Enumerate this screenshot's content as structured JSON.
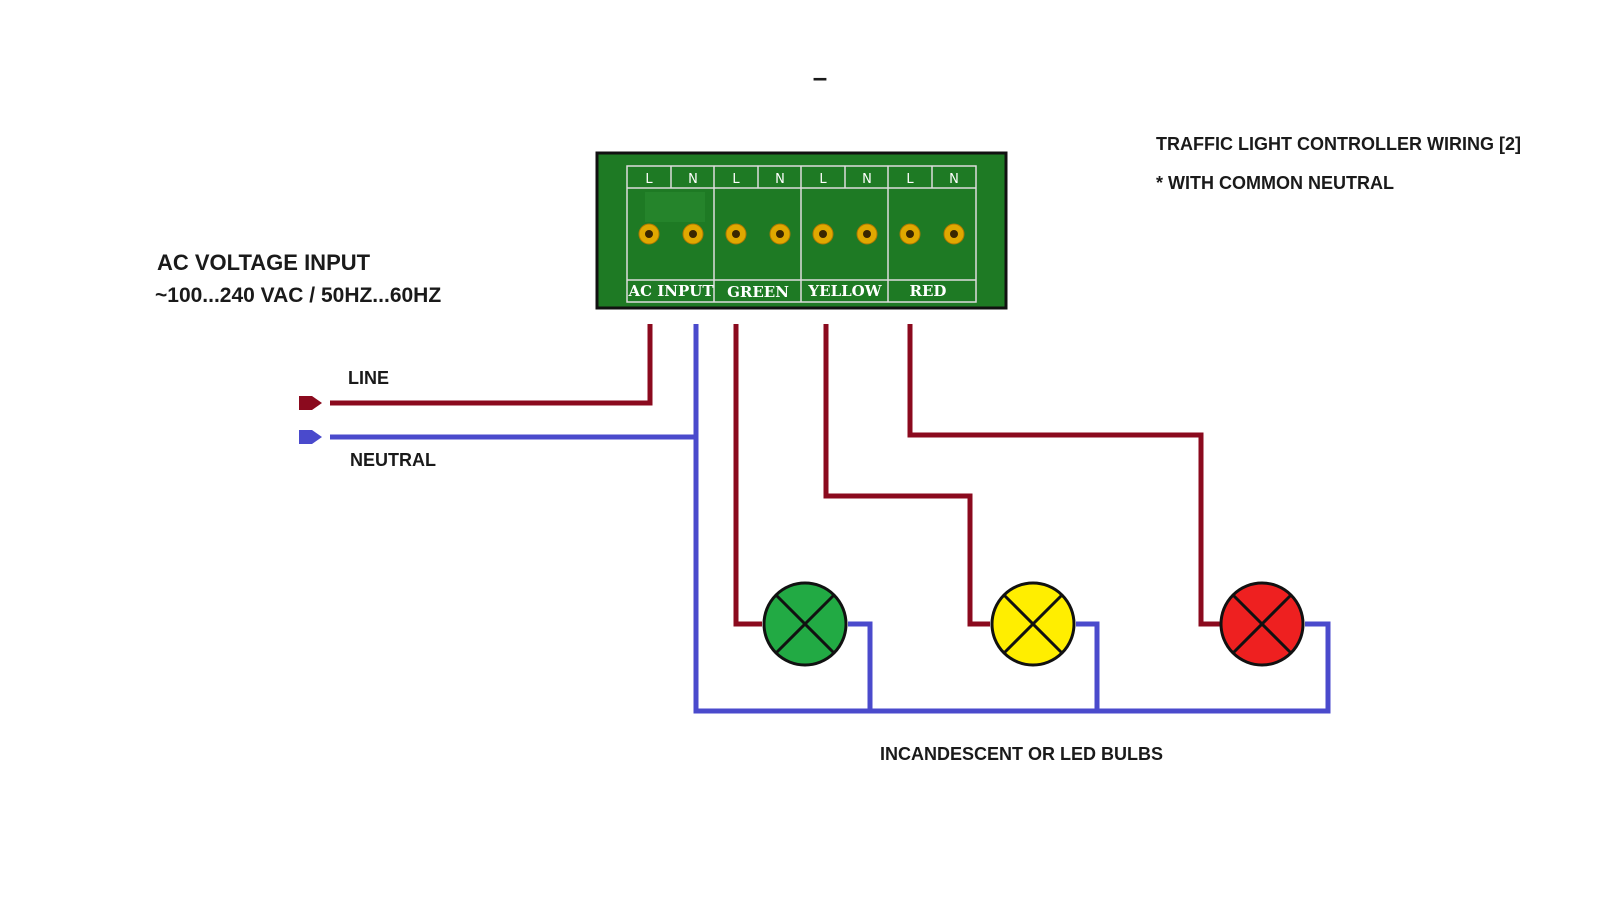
{
  "page": {
    "dash": "–"
  },
  "title": {
    "line1": "TRAFFIC LIGHT CONTROLLER WIRING [2]",
    "line2": "* WITH COMMON NEUTRAL"
  },
  "input": {
    "heading": "AC VOLTAGE INPUT",
    "spec": "~100...240 VAC / 50HZ...60HZ",
    "line_label": "LINE",
    "neutral_label": "NEUTRAL"
  },
  "terminal_block": {
    "pins": [
      "L",
      "N",
      "L",
      "N",
      "L",
      "N",
      "L",
      "N"
    ],
    "channels": [
      "AC INPUT",
      "GREEN",
      "YELLOW",
      "RED"
    ]
  },
  "bulbs": {
    "caption": "INCANDESCENT OR LED BULBS",
    "items": [
      {
        "name": "green-bulb",
        "color": "#22aa44"
      },
      {
        "name": "yellow-bulb",
        "color": "#ffee00"
      },
      {
        "name": "red-bulb",
        "color": "#ee2020"
      }
    ]
  },
  "colors": {
    "line_wire": "#8b0a1e",
    "neutral_wire": "#4a4acc",
    "board": "#1e7a24",
    "terminal": "#e0a800"
  }
}
